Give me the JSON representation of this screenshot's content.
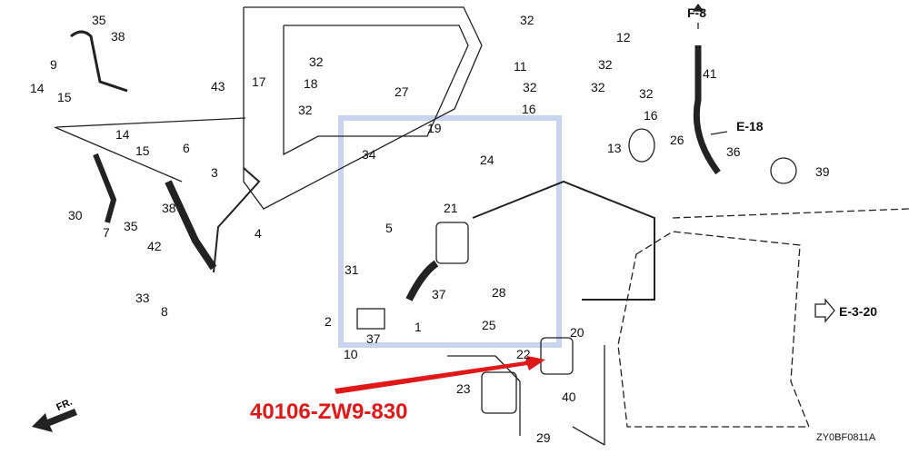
{
  "diagram": {
    "callouts": [
      "35",
      "38",
      "9",
      "14",
      "15",
      "14",
      "15",
      "30",
      "7",
      "35",
      "38",
      "42",
      "6",
      "3",
      "4",
      "33",
      "8",
      "43",
      "17",
      "32",
      "18",
      "32",
      "27",
      "19",
      "34",
      "32",
      "12",
      "11",
      "32",
      "32",
      "32",
      "32",
      "16",
      "16",
      "13",
      "26",
      "41",
      "36",
      "39",
      "24",
      "21",
      "5",
      "31",
      "37",
      "1",
      "28",
      "25",
      "20",
      "2",
      "37",
      "10",
      "22",
      "23",
      "40",
      "29"
    ],
    "references": {
      "f8": "F-8",
      "e18": "E-18",
      "e320": "E-3-20"
    },
    "front_marker": "FR.",
    "part_number": "40106-ZW9-830",
    "drawing_code": "ZY0BF0811A",
    "highlight_color": "#e01818"
  }
}
